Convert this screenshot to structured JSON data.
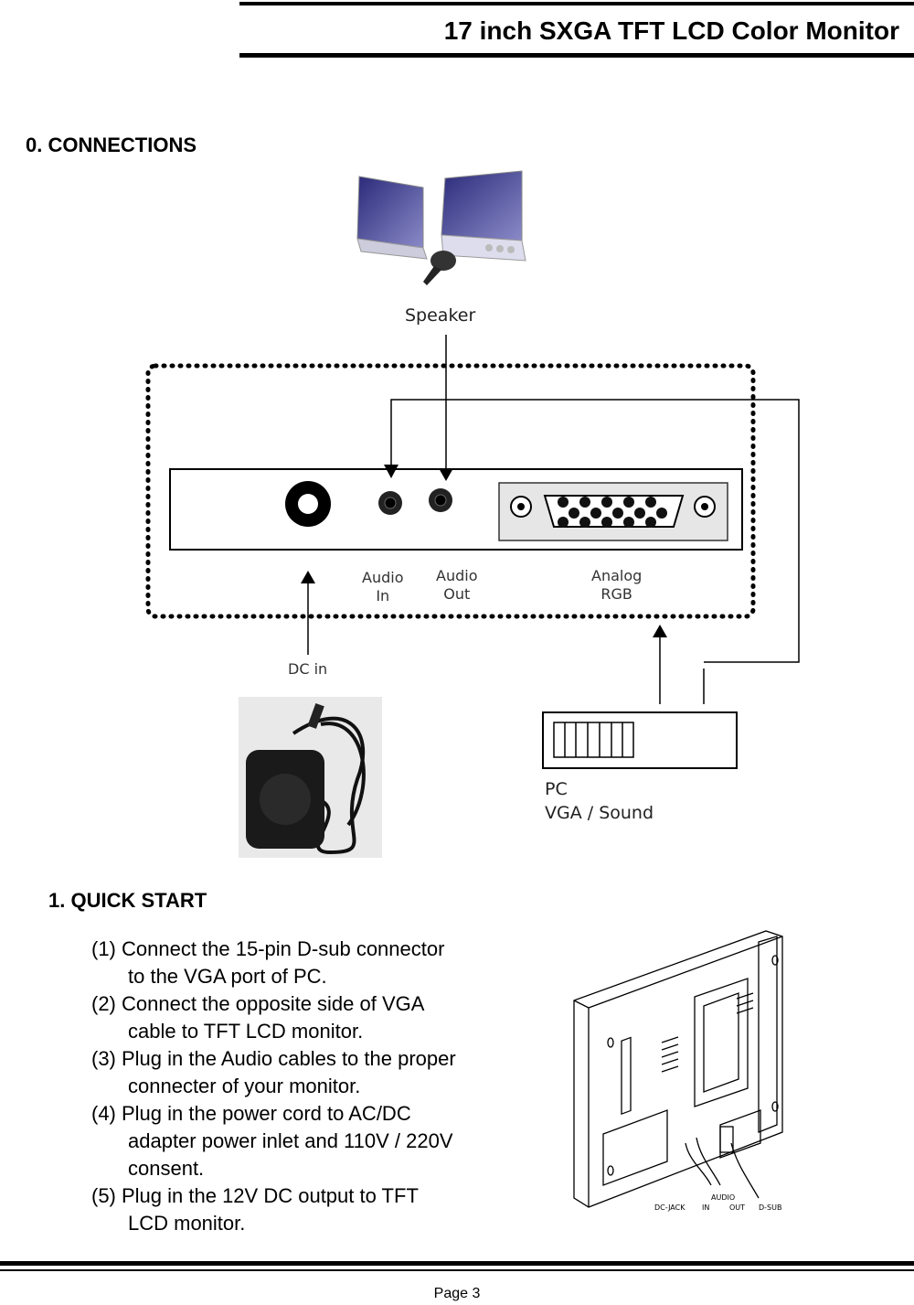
{
  "header": {
    "title": "17 inch SXGA TFT LCD Color Monitor"
  },
  "connections": {
    "heading": "0. CONNECTIONS",
    "speaker_label": "Speaker",
    "audio_in_label": [
      "Audio",
      "In"
    ],
    "audio_out_label": [
      "Audio",
      "Out"
    ],
    "analog_rgb_label": [
      "Analog",
      "RGB"
    ],
    "dc_in_label": "DC in",
    "pc_label": [
      "PC",
      "VGA / Sound"
    ]
  },
  "quick_start": {
    "heading": "1. QUICK START",
    "steps": [
      {
        "line1": "(1) Connect the 15-pin D-sub connector",
        "line2": "to the VGA port of PC."
      },
      {
        "line1": "(2) Connect the opposite side of VGA",
        "line2": "cable to TFT LCD monitor."
      },
      {
        "line1": "(3) Plug in the Audio cables to the proper",
        "line2": "connecter of your monitor."
      },
      {
        "line1": "(4) Plug in the power cord to AC/DC",
        "line2": "adapter power inlet and 110V / 220V",
        "line3": "consent."
      },
      {
        "line1": "(5) Plug in the 12V DC output to TFT",
        "line2": "LCD monitor."
      }
    ],
    "monitor_port_labels": {
      "audio": "AUDIO",
      "dc_jack": "DC-JACK",
      "in": "IN",
      "out": "OUT",
      "d_sub": "D-SUB"
    }
  },
  "footer": {
    "page": "Page 3"
  }
}
